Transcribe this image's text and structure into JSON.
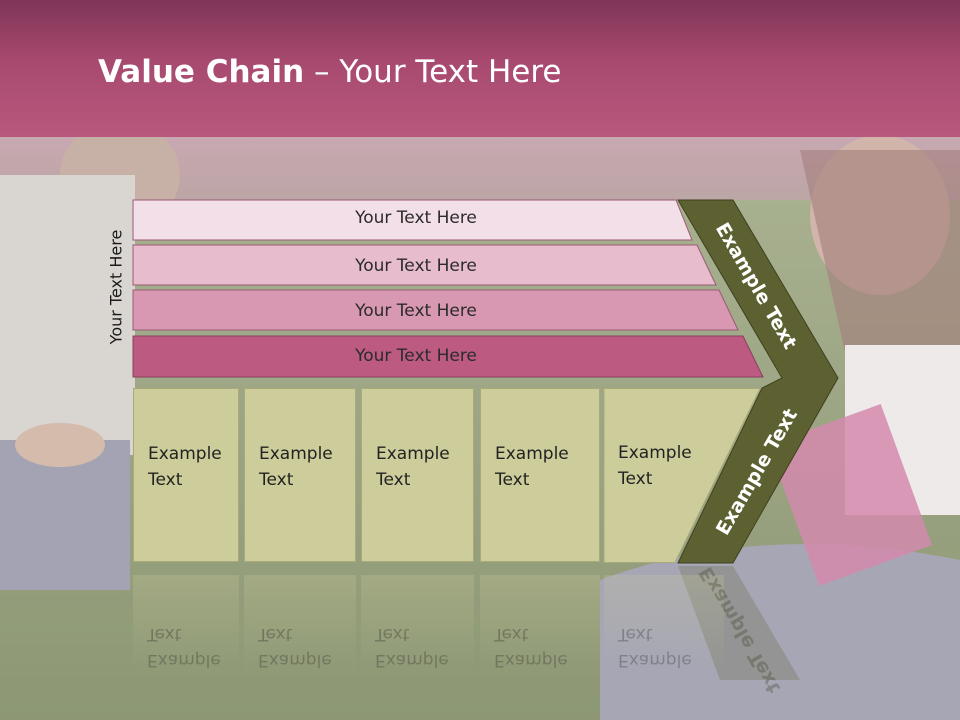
{
  "slide": {
    "title_bold": "Value Chain",
    "title_rest": " – Your Text Here",
    "side_label": "Your Text Here",
    "bars": [
      "Your Text Here",
      "Your Text Here",
      "Your Text Here",
      "Your Text Here"
    ],
    "boxes": [
      "Example Text",
      "Example Text",
      "Example Text",
      "Example Text",
      "Example Text"
    ],
    "chevron_top": "Example Text",
    "chevron_bottom": "Example Text"
  },
  "colors": {
    "header": "#a84970",
    "bar1": "#f3dfe7",
    "bar2": "#e7bccd",
    "bar3": "#d898b2",
    "bar4": "#bc5a81",
    "box": "#cdcd9c",
    "chevron": "#5d6030"
  }
}
